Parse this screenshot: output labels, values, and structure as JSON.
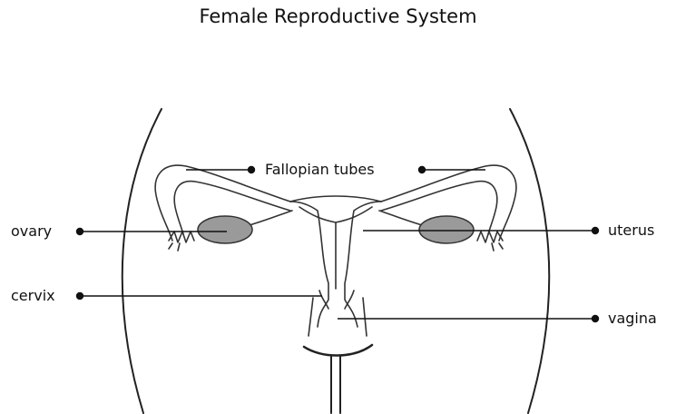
{
  "title": "Female Reproductive System",
  "labels": {
    "fallopian_tubes": "Fallopian tubes",
    "ovary": "ovary",
    "uterus": "uterus",
    "cervix": "cervix",
    "vagina": "vagina"
  },
  "colors": {
    "outline": "#222222",
    "ovary_fill": "#9a9a9a",
    "leader": "#111111"
  }
}
